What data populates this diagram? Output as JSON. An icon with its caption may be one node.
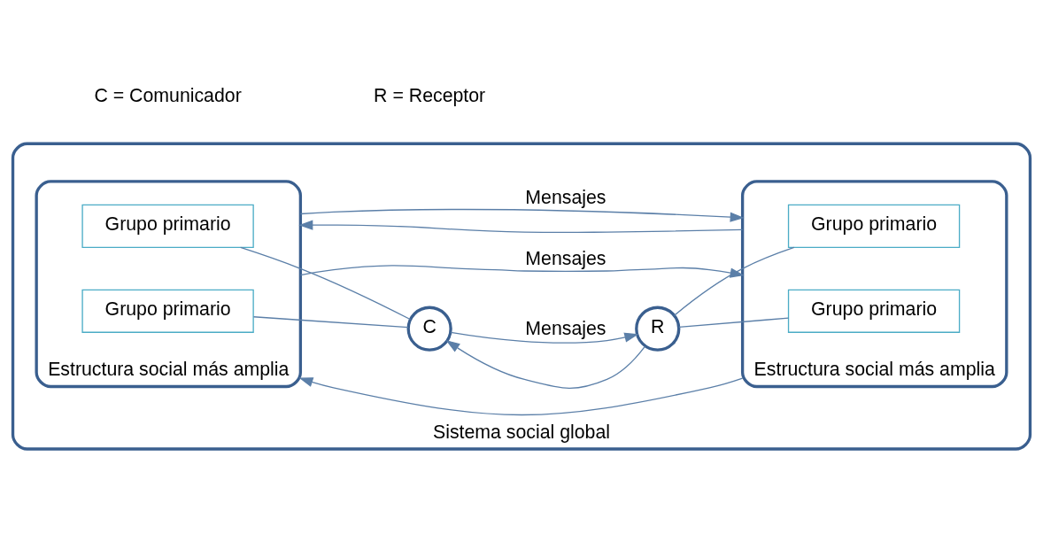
{
  "diagram": {
    "nodes": [
      {
        "text": [
          "Sistema social global"
        ]
      },
      {
        "text": [
          "Estructura social más amplia"
        ],
        "in": 0
      },
      {
        "text": [
          "Grupo primario"
        ],
        "in": 1
      },
      {
        "text": [
          "Grupo primario"
        ],
        "in": 1
      },
      {
        "text": [
          "C"
        ],
        "in": 0
      },
      {
        "text": [
          "R"
        ],
        "in": 0
      },
      {
        "text": [
          "Estructura social más amplia"
        ],
        "in": 0
      },
      {
        "text": [
          "Grupo primario"
        ],
        "in": 6
      },
      {
        "text": [
          "Grupo primario"
        ],
        "in": 6
      }
    ],
    "edges": [
      {
        "from": 2,
        "to": 4,
        "arrow": "none"
      },
      {
        "from": 3,
        "to": 4,
        "arrow": "none"
      },
      {
        "from": 5,
        "to": 7,
        "arrow": "none"
      },
      {
        "from": 5,
        "to": 8,
        "arrow": "none"
      },
      {
        "from": 6,
        "to": 1,
        "arrow": "to"
      },
      {
        "from": 1,
        "to": 6,
        "arrow": "to",
        "label": "Mensajes"
      },
      {
        "from": 5,
        "to": 4,
        "arrow": "to"
      },
      {
        "from": 4,
        "to": 5,
        "arrow": "to",
        "label": "Mensajes"
      },
      {
        "from": 6,
        "to": 1,
        "arrow": "to"
      },
      {
        "from": 1,
        "to": 6,
        "arrow": "to",
        "label": "Mensajes"
      }
    ],
    "labels": [
      "C = Comunicador",
      "R = Receptor"
    ]
  }
}
